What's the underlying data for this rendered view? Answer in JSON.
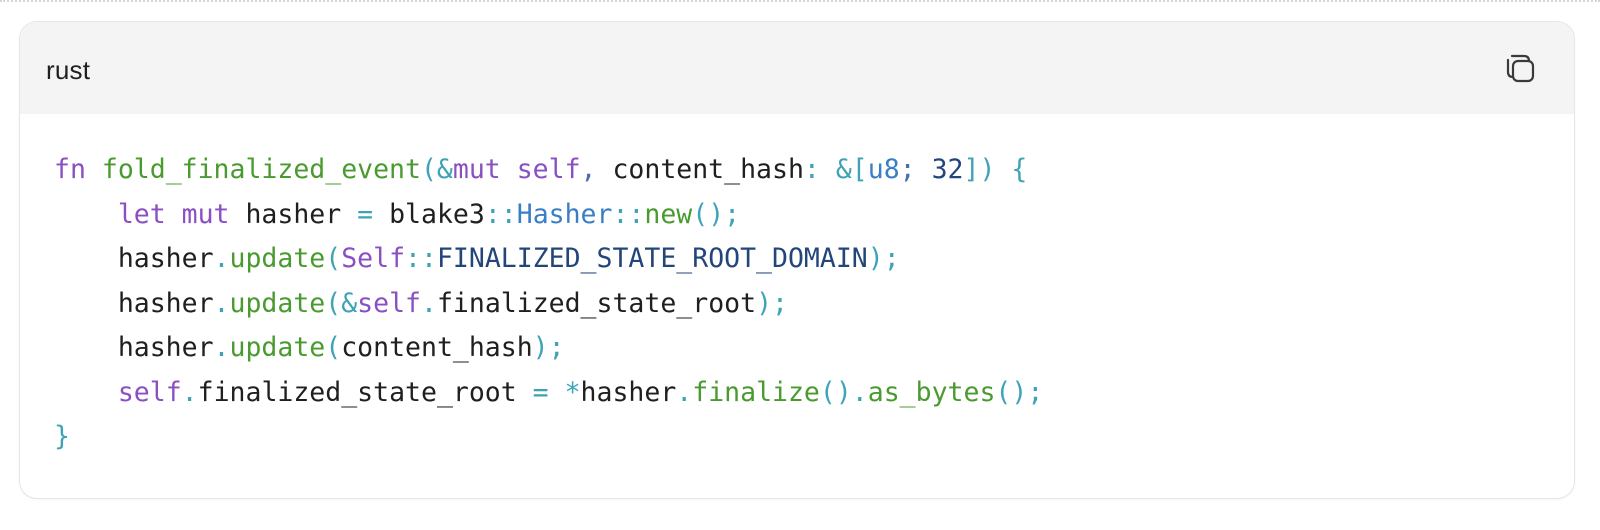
{
  "code_block": {
    "language": "rust",
    "copy_icon": "copy-icon",
    "lines": [
      [
        {
          "t": "kw",
          "v": "fn "
        },
        {
          "t": "fn",
          "v": "fold_finalized_event"
        },
        {
          "t": "op",
          "v": "(&"
        },
        {
          "t": "kw",
          "v": "mut self"
        },
        {
          "t": "punct",
          "v": ", "
        },
        {
          "t": "plain",
          "v": "content_hash"
        },
        {
          "t": "op",
          "v": ": &["
        },
        {
          "t": "ty",
          "v": "u8"
        },
        {
          "t": "punct",
          "v": "; "
        },
        {
          "t": "num",
          "v": "32"
        },
        {
          "t": "op",
          "v": "]) {"
        }
      ],
      [
        {
          "t": "plain",
          "v": "    "
        },
        {
          "t": "kw",
          "v": "let mut "
        },
        {
          "t": "plain",
          "v": "hasher "
        },
        {
          "t": "op",
          "v": "= "
        },
        {
          "t": "plain",
          "v": "blake3"
        },
        {
          "t": "op",
          "v": "::"
        },
        {
          "t": "ns",
          "v": "Hasher"
        },
        {
          "t": "op",
          "v": "::"
        },
        {
          "t": "fn",
          "v": "new"
        },
        {
          "t": "op",
          "v": "();"
        }
      ],
      [
        {
          "t": "plain",
          "v": "    hasher"
        },
        {
          "t": "op",
          "v": "."
        },
        {
          "t": "fn",
          "v": "update"
        },
        {
          "t": "op",
          "v": "("
        },
        {
          "t": "kw",
          "v": "Self"
        },
        {
          "t": "op",
          "v": "::"
        },
        {
          "t": "const",
          "v": "FINALIZED_STATE_ROOT_DOMAIN"
        },
        {
          "t": "op",
          "v": ");"
        }
      ],
      [
        {
          "t": "plain",
          "v": "    hasher"
        },
        {
          "t": "op",
          "v": "."
        },
        {
          "t": "fn",
          "v": "update"
        },
        {
          "t": "op",
          "v": "(&"
        },
        {
          "t": "kw",
          "v": "self"
        },
        {
          "t": "op",
          "v": "."
        },
        {
          "t": "plain",
          "v": "finalized_state_root"
        },
        {
          "t": "op",
          "v": ");"
        }
      ],
      [
        {
          "t": "plain",
          "v": "    hasher"
        },
        {
          "t": "op",
          "v": "."
        },
        {
          "t": "fn",
          "v": "update"
        },
        {
          "t": "op",
          "v": "("
        },
        {
          "t": "plain",
          "v": "content_hash"
        },
        {
          "t": "op",
          "v": ");"
        }
      ],
      [
        {
          "t": "plain",
          "v": "    "
        },
        {
          "t": "kw",
          "v": "self"
        },
        {
          "t": "op",
          "v": "."
        },
        {
          "t": "plain",
          "v": "finalized_state_root "
        },
        {
          "t": "op",
          "v": "= *"
        },
        {
          "t": "plain",
          "v": "hasher"
        },
        {
          "t": "op",
          "v": "."
        },
        {
          "t": "fn",
          "v": "finalize"
        },
        {
          "t": "op",
          "v": "()."
        },
        {
          "t": "fn",
          "v": "as_bytes"
        },
        {
          "t": "op",
          "v": "();"
        }
      ],
      [
        {
          "t": "op",
          "v": "}"
        }
      ]
    ]
  },
  "colors": {
    "keyword": "#8a4fc2",
    "function": "#4a9b2f",
    "type": "#3a7fc6",
    "operator": "#3fa3b8",
    "number": "#23467a",
    "text": "#1f1f1f",
    "header_bg": "#f4f4f4"
  }
}
